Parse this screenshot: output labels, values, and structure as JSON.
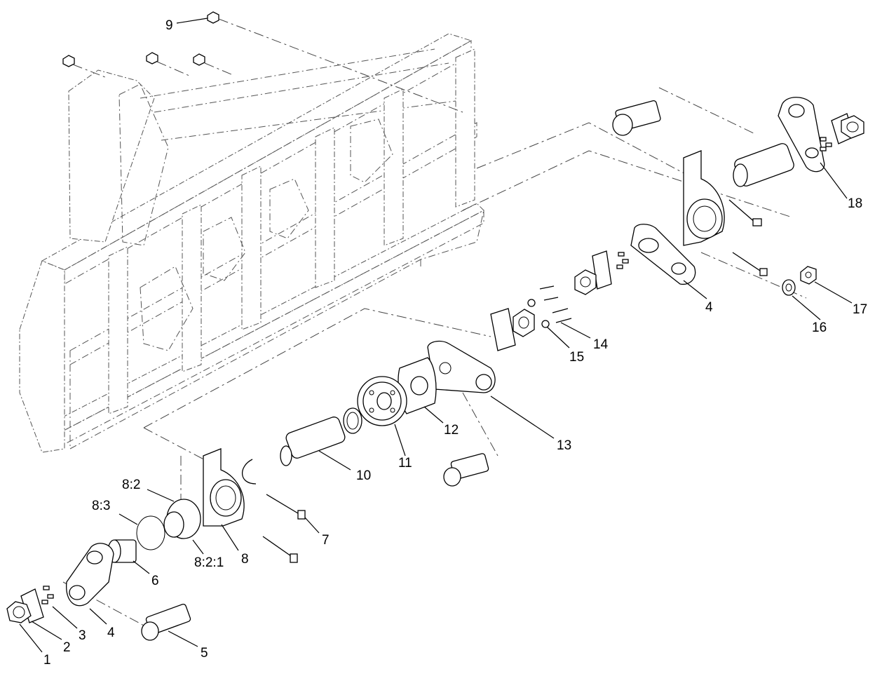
{
  "diagram": {
    "callouts": [
      {
        "id": "c1",
        "label": "1"
      },
      {
        "id": "c2",
        "label": "2"
      },
      {
        "id": "c3",
        "label": "3"
      },
      {
        "id": "c4a",
        "label": "4"
      },
      {
        "id": "c4b",
        "label": "4"
      },
      {
        "id": "c5",
        "label": "5"
      },
      {
        "id": "c6",
        "label": "6"
      },
      {
        "id": "c7",
        "label": "7"
      },
      {
        "id": "c8",
        "label": "8"
      },
      {
        "id": "c8_2",
        "label": "8:2"
      },
      {
        "id": "c8_3",
        "label": "8:3"
      },
      {
        "id": "c8_2_1",
        "label": "8:2:1"
      },
      {
        "id": "c9",
        "label": "9"
      },
      {
        "id": "c10",
        "label": "10"
      },
      {
        "id": "c11",
        "label": "11"
      },
      {
        "id": "c12",
        "label": "12"
      },
      {
        "id": "c13",
        "label": "13"
      },
      {
        "id": "c14",
        "label": "14"
      },
      {
        "id": "c15",
        "label": "15"
      },
      {
        "id": "c16",
        "label": "16"
      },
      {
        "id": "c17",
        "label": "17"
      },
      {
        "id": "c18",
        "label": "18"
      }
    ]
  }
}
